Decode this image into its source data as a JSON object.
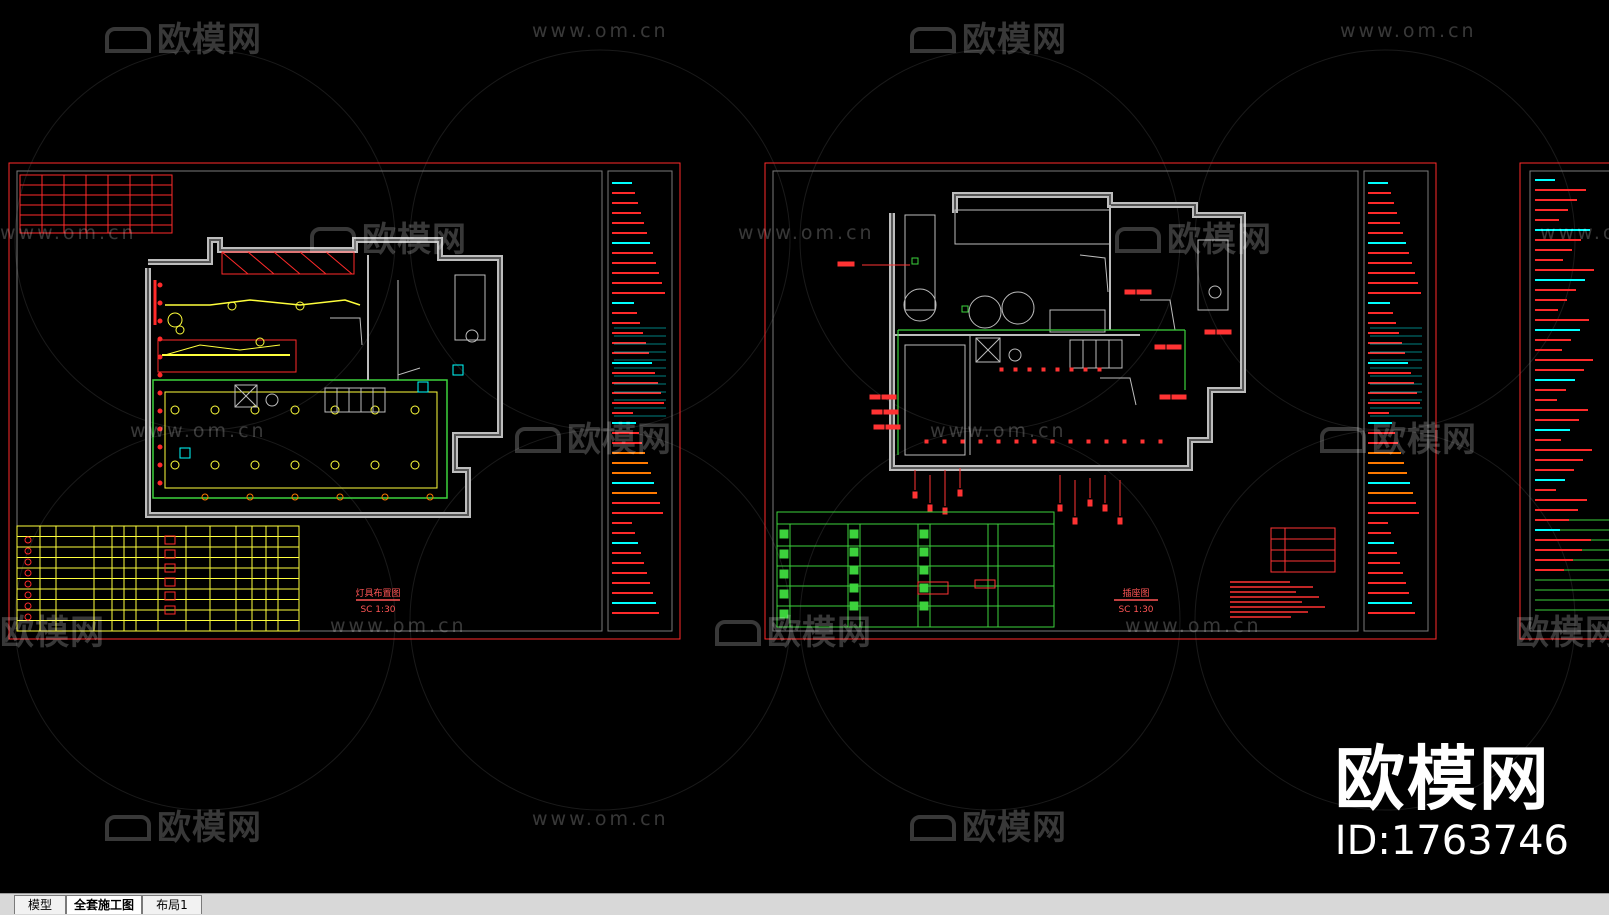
{
  "tabs": [
    {
      "label": "模型",
      "active": false
    },
    {
      "label": "全套施工图",
      "active": true
    },
    {
      "label": "布局1",
      "active": false
    }
  ],
  "watermark": {
    "logo_text": "欧模网",
    "url_text": "www.om.cn"
  },
  "brand": {
    "name": "欧模网",
    "id_text": "ID:1763746"
  },
  "sheets": [
    {
      "title": "灯具布置图",
      "scale": "SC 1:30"
    },
    {
      "title": "插座图",
      "scale": "SC 1:30"
    }
  ],
  "colors": {
    "background": "#000000",
    "frame": "#ff2a2a",
    "inner_frame": "#7a7a7a",
    "wall": "#bdbdbd",
    "wire": "#3cd23c",
    "fixture": "#ffff3c",
    "annotation": "#ff3333",
    "device": "#00ffff",
    "title_text": "#ff5555"
  },
  "icons": [
    "sofa-logo-icon",
    "tab-scroll-arrow-icon"
  ]
}
